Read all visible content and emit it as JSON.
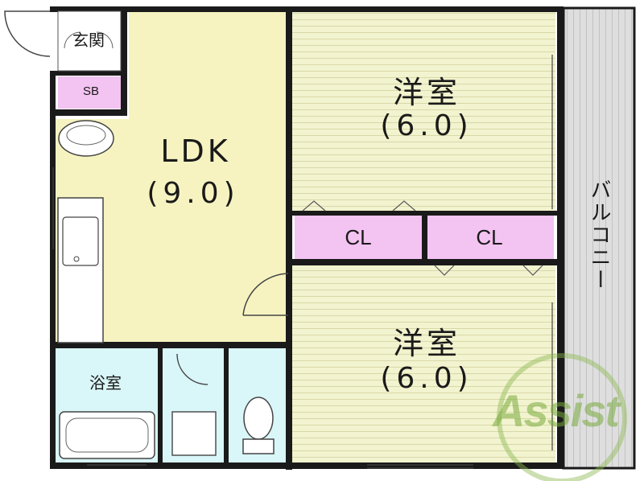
{
  "rooms": {
    "ldk_name": "LDK",
    "ldk_size": "(9.0)",
    "western1_name": "洋室",
    "western1_size": "(6.0)",
    "western2_name": "洋室",
    "western2_size": "(6.0)",
    "closet1": "CL",
    "closet2": "CL",
    "entrance": "玄関",
    "shoe_box": "SB",
    "bath": "浴室",
    "balcony": "バルコニー"
  },
  "watermark": {
    "text": "Assist"
  },
  "colors": {
    "ldk": "#f6f3c1",
    "western": "#f2f3cf",
    "closet": "#f3c3f1",
    "wet": "#d9f6f8",
    "balcony": "#dedede",
    "wall": "#1a1a1a"
  }
}
